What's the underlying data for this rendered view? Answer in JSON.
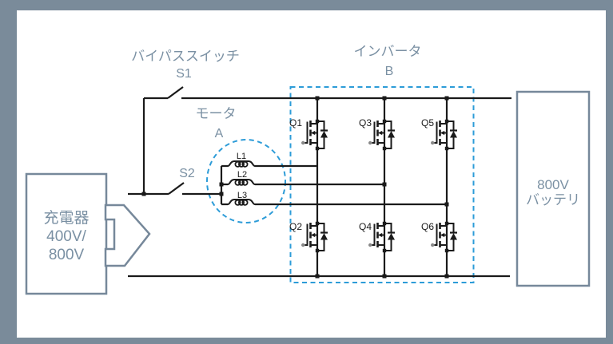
{
  "colors": {
    "frame": "#7A8B9A",
    "canvas": "#FFFFFF",
    "wire": "#1A1A1A",
    "accent_blue": "#2D9CD8",
    "block_outline": "#76889A",
    "label_text": "#7A90A3",
    "component_text": "#1A1A1A",
    "gate_terminal": "#888888"
  },
  "annotations": {
    "bypass_switch": {
      "title": "バイパススイッチ",
      "id": "S1"
    },
    "switch2_id": "S2",
    "motor": {
      "title": "モータ",
      "id": "A"
    },
    "inverter": {
      "title": "インバータ",
      "id": "B"
    }
  },
  "charger": {
    "line1": "充電器",
    "line2": "400V/",
    "line3": "800V"
  },
  "battery": {
    "line1": "800V",
    "line2": "バッテリ"
  },
  "components": {
    "q1": "Q1",
    "q2": "Q2",
    "q3": "Q3",
    "q4": "Q4",
    "q5": "Q5",
    "q6": "Q6",
    "l1": "L1",
    "l2": "L2",
    "l3": "L3"
  }
}
